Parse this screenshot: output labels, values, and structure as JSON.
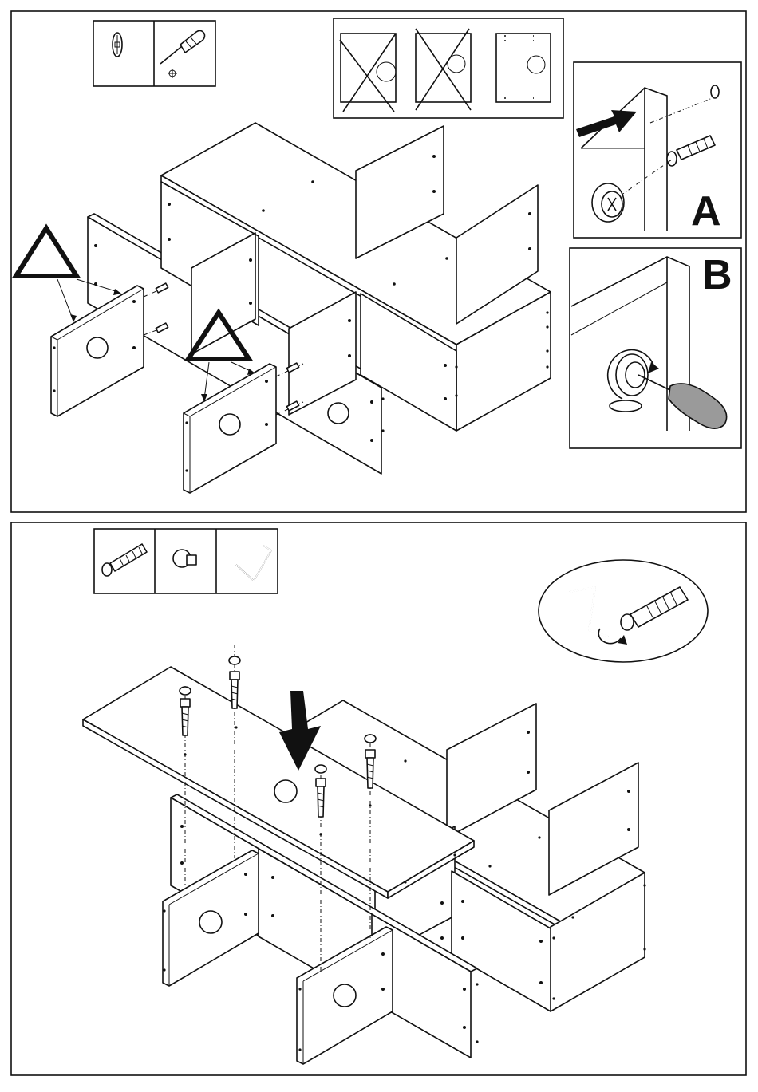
{
  "figure": {
    "type": "furniture-assembly-instructions",
    "steps": 2,
    "colors": {
      "ink": "#111111",
      "paper": "#ffffff",
      "handle": "#9a9a9a",
      "arrow": "#111111"
    }
  },
  "step_1": {
    "tools": [
      "cam-lock-icon",
      "screwdriver-icon"
    ],
    "orientation_panels": [
      "wrong-orientation",
      "wrong-orientation",
      "correct-orientation"
    ],
    "detail_a": {
      "label": "A",
      "icon": "cam-dowel-insert-icon"
    },
    "detail_b": {
      "label": "B",
      "icon": "cam-tighten-icon"
    },
    "warnings": [
      "warning-triangle-icon",
      "warning-triangle-icon"
    ]
  },
  "step_2": {
    "tools": [
      "bolt-icon",
      "cap-nut-icon",
      "allen-key-icon"
    ],
    "detail": {
      "icon": "allen-key-tighten-icon"
    }
  }
}
